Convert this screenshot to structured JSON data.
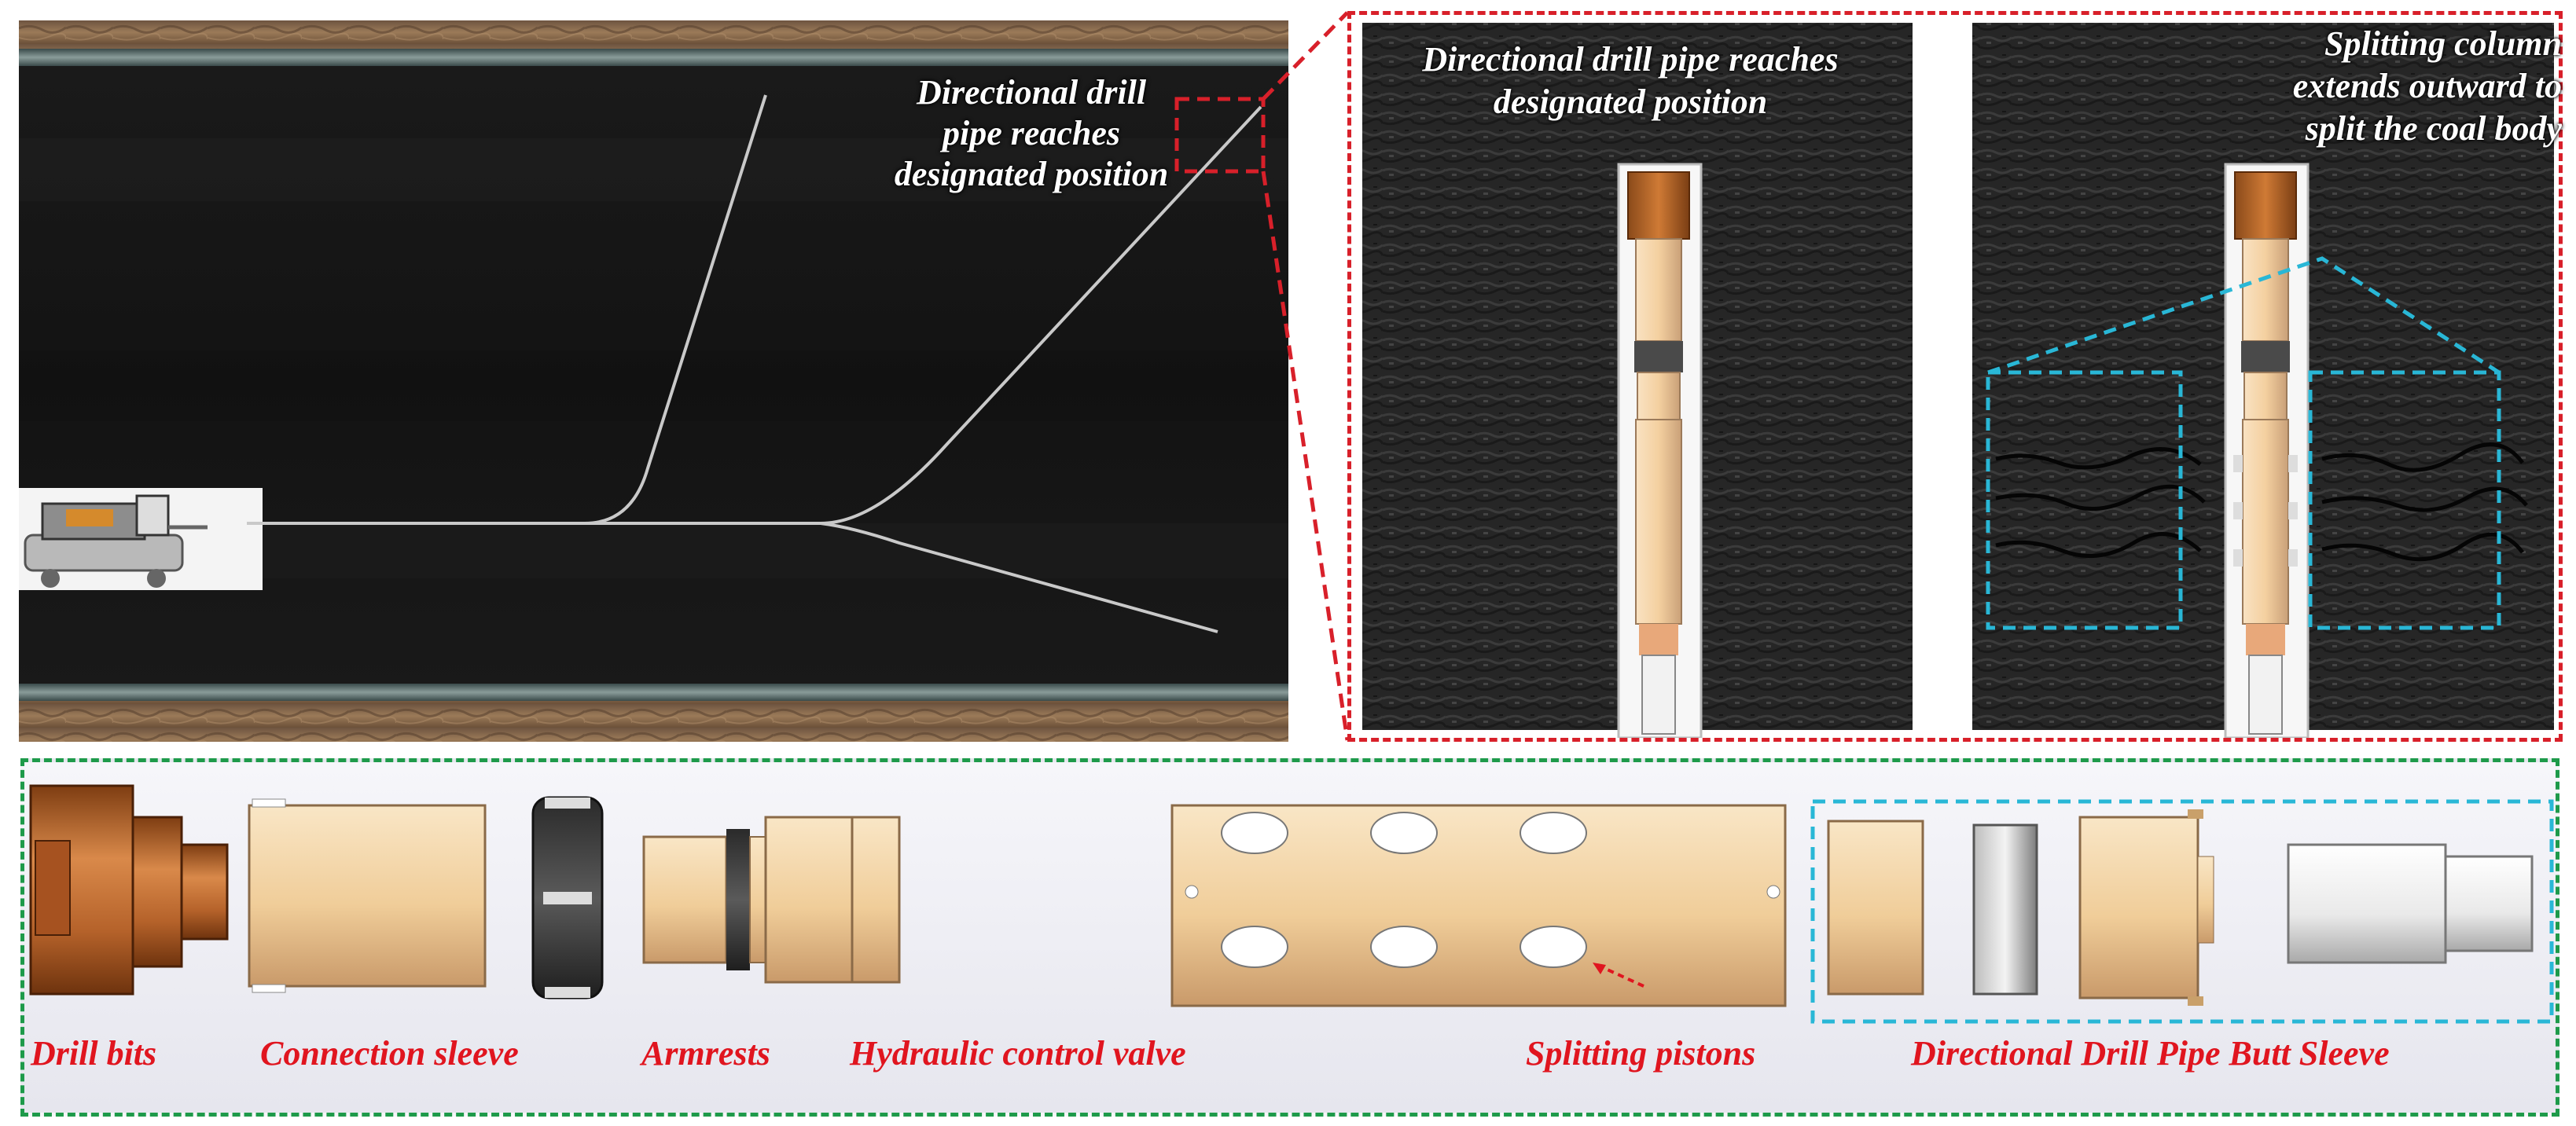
{
  "main_scene": {
    "callout": [
      "Directional drill",
      "pipe reaches",
      "designated position"
    ]
  },
  "zoom_panel": {
    "left_caption": [
      "Directional drill pipe reaches",
      "designated position"
    ],
    "right_caption": [
      "Splitting column",
      "extends outward to",
      "split the coal body"
    ]
  },
  "components": {
    "drill_bits": "Drill bits",
    "connection_sleeve": "Connection sleeve",
    "armrests": "Armrests",
    "hydraulic_control_valve": "Hydraulic control valve",
    "splitting_pistons": "Splitting pistons",
    "butt_sleeve": "Directional Drill Pipe Butt Sleeve"
  },
  "colors": {
    "coal": "#141414",
    "rock": "#8a6d4e",
    "copper": "#c06a2a",
    "tan_body": "#f1d0a4",
    "red_dash": "#d8202a",
    "cyan_dash": "#29b7d6",
    "green_dash": "#1e9a4a",
    "label_red": "#e0151f"
  }
}
